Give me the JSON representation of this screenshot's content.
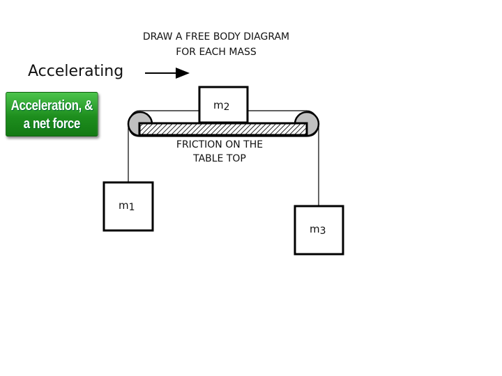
{
  "instruction": {
    "line1": "DRAW A FREE BODY DIAGRAM",
    "line2": "FOR EACH MASS"
  },
  "motion_label": "Accelerating",
  "badge": {
    "line1": "Acceleration, &",
    "line2": "a net force"
  },
  "friction_label": {
    "line1": "FRICTION ON THE",
    "line2": "TABLE TOP"
  },
  "masses": {
    "m1": "m1",
    "m2": "m2",
    "m3": "m3"
  },
  "colors": {
    "badge": "#2a9a2a",
    "pulley": "#c0c0c0"
  }
}
